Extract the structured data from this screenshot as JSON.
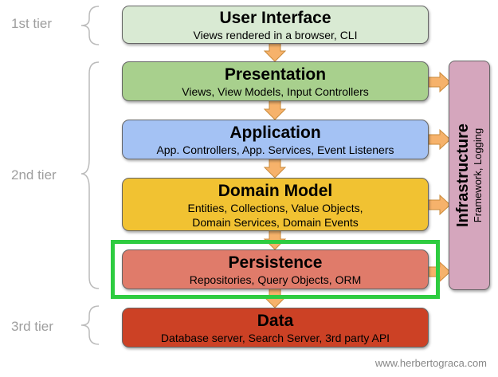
{
  "tiers": [
    {
      "label": "1st tier"
    },
    {
      "label": "2nd tier"
    },
    {
      "label": "3rd tier"
    }
  ],
  "layers": [
    {
      "title": "User Interface",
      "subtitle": "Views rendered in a browser, CLI",
      "color": "#d9ead3"
    },
    {
      "title": "Presentation",
      "subtitle": "Views, View Models, Input Controllers",
      "color": "#a8d08d"
    },
    {
      "title": "Application",
      "subtitle": "App. Controllers, App. Services, Event Listeners",
      "color": "#a4c2f4"
    },
    {
      "title": "Domain Model",
      "subtitle_line1": "Entities, Collections, Value Objects,",
      "subtitle_line2": "Domain Services, Domain Events",
      "color": "#f1c232"
    },
    {
      "title": "Persistence",
      "subtitle": "Repositories, Query Objects, ORM",
      "color": "#e07b6a"
    },
    {
      "title": "Data",
      "subtitle": "Database server, Search Server, 3rd party API",
      "color": "#cc4125"
    }
  ],
  "infrastructure": {
    "title": "Infrastructure",
    "subtitle": "Framework, Logging",
    "color": "#d5a6bd"
  },
  "highlight_color": "#2ecc40",
  "arrow_color": "#f6b26b",
  "credit": "www.herbertograca.com"
}
